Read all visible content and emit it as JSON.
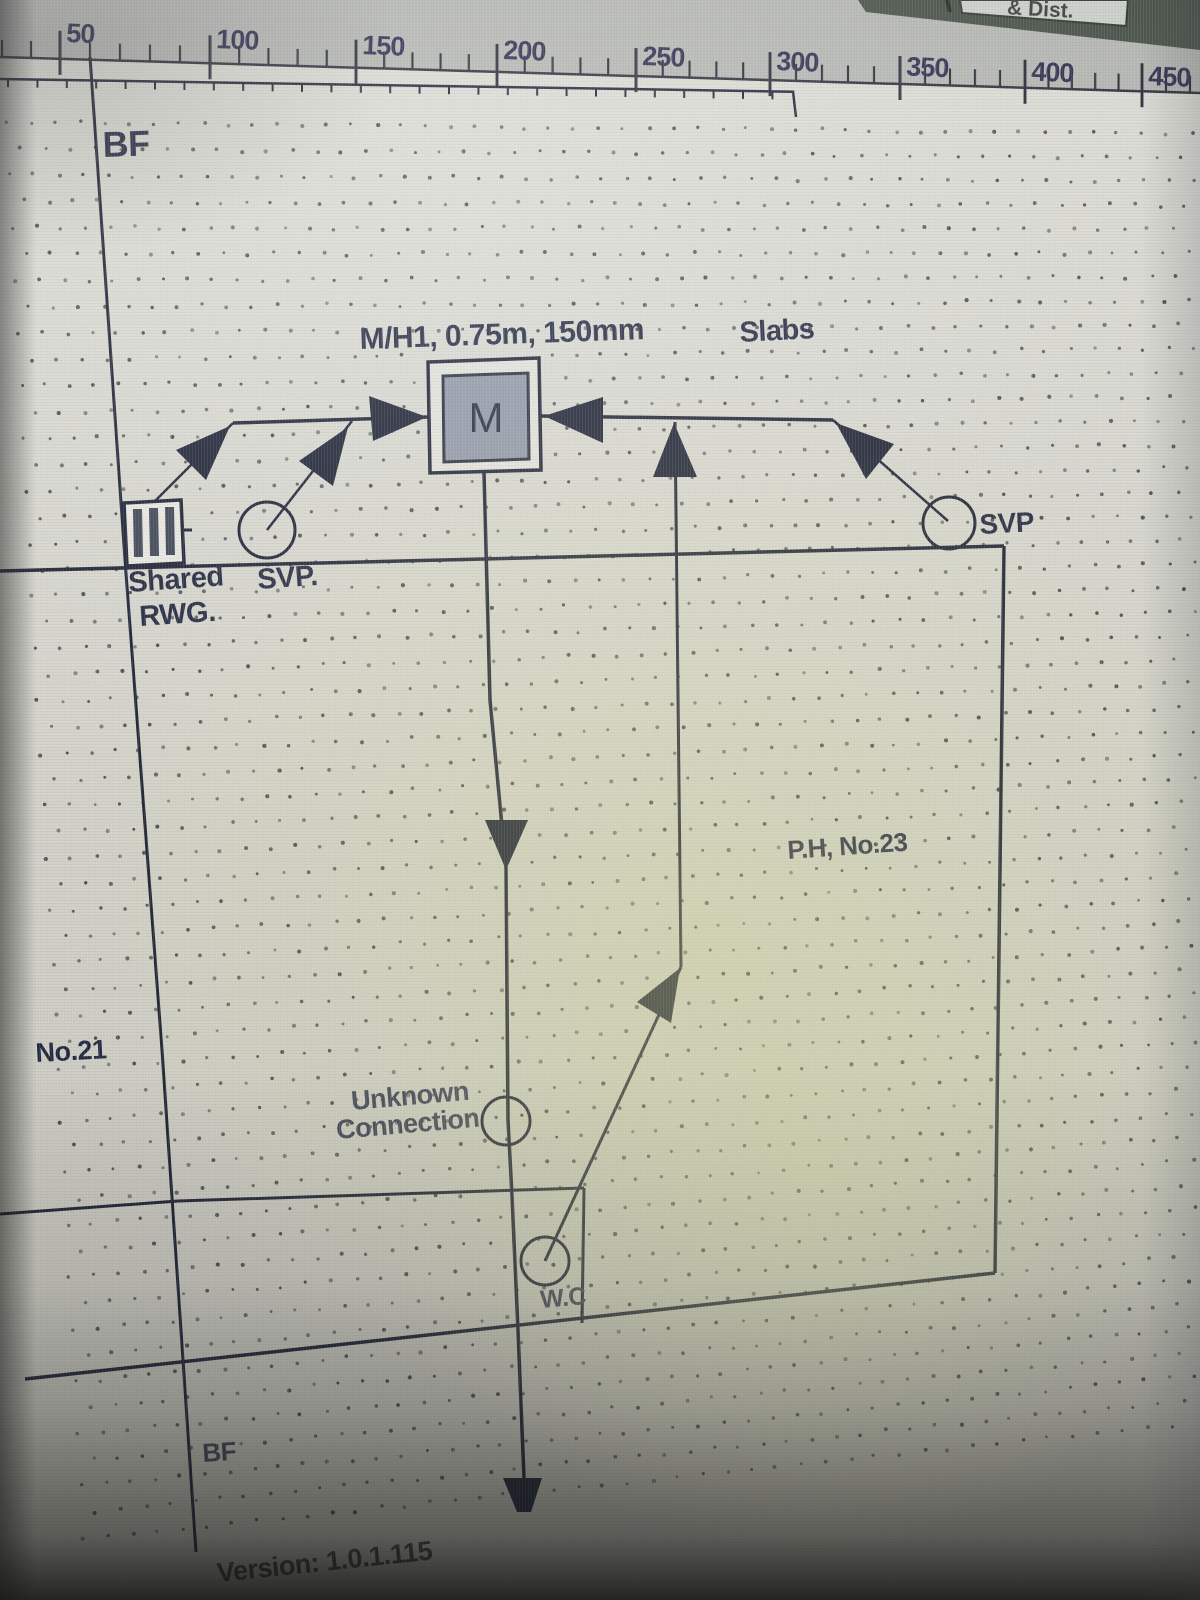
{
  "toolbar": {
    "clipped_button_label": "& Dist."
  },
  "ruler": {
    "unit_labels": [
      "50",
      "100",
      "150",
      "200",
      "250",
      "300",
      "350",
      "400",
      "450"
    ]
  },
  "drawing": {
    "labels": {
      "bf_top": "BF",
      "manhole_title": "M/H1, 0.75m, 150mm",
      "manhole_letter": "M",
      "slabs": "Slabs",
      "svp_right": "SVP",
      "shared_line1": "Shared",
      "svp_left": "SVP.",
      "shared_line2": "RWG.",
      "property_right": "P.H, No.23",
      "property_left": "No.21",
      "unknown_line1": "Unknown",
      "unknown_line2": "Connection",
      "wc": "W.C",
      "bf_bottom": "BF",
      "version": "Version: 1.0.1.115"
    },
    "colors": {
      "line": "#1c2133",
      "manhole_fill": "#8e96a4",
      "label": "#222840"
    }
  }
}
